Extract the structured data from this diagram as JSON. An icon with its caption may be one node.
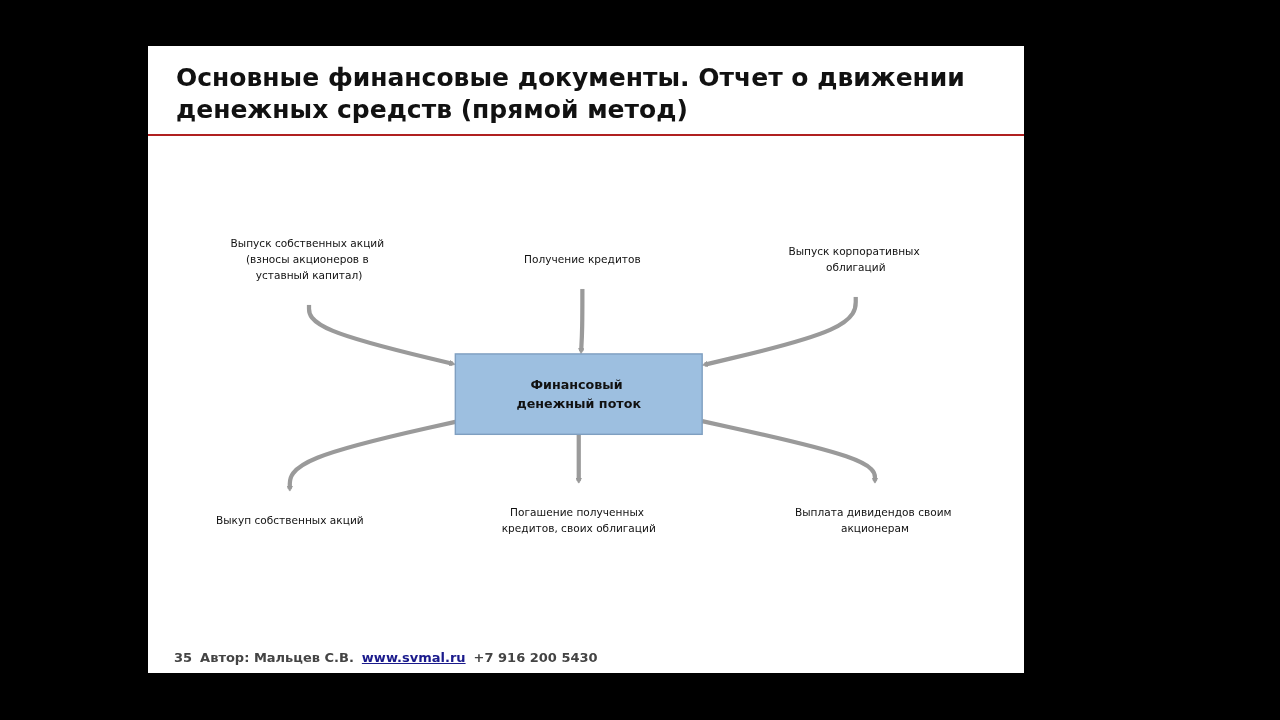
{
  "diagram": {
    "title": "Основные финансовые документы. Отчет о движении денежных средств (прямой метод)",
    "nodes": [
      {
        "text": [
          "Выпуск собственных акций (взносы акционеров в уставный капитал)"
        ]
      },
      {
        "text": [
          "Получение кредитов"
        ]
      },
      {
        "text": [
          "Выпуск корпоративных облигаций"
        ]
      },
      {
        "text": [
          "Финансовый денежный поток"
        ]
      },
      {
        "text": [
          "Выкуп собственных акций"
        ]
      },
      {
        "text": [
          "Погашение полученных кредитов, своих облигаций"
        ]
      },
      {
        "text": [
          "Выплата дивидендов своим акционерам"
        ]
      }
    ],
    "edges": [
      {
        "from": 0,
        "to": 3,
        "arrow": "to"
      },
      {
        "from": 1,
        "to": 3,
        "arrow": "to"
      },
      {
        "from": 2,
        "to": 3,
        "arrow": "to"
      },
      {
        "from": 3,
        "to": 4,
        "arrow": "to"
      },
      {
        "from": 3,
        "to": 5,
        "arrow": "to"
      },
      {
        "from": 3,
        "to": 6,
        "arrow": "to"
      }
    ],
    "labels": [
      "35",
      "Автор: Мальцев С.В.",
      "www.svmal.ru",
      "+7 916 200 5430"
    ]
  }
}
